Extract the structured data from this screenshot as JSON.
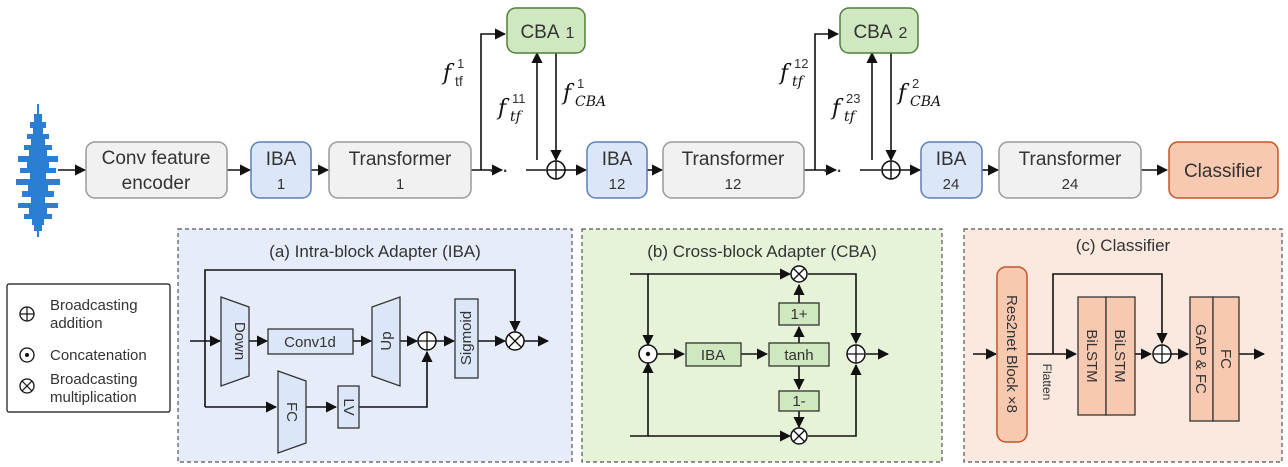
{
  "colors": {
    "iba_fill": "#dbe7f8",
    "iba_stroke": "#5b7fb8",
    "cba_fill": "#cfe8c0",
    "cba_stroke": "#4f7f3c",
    "classifier_fill": "#f7c9b1",
    "classifier_stroke": "#c0562b",
    "gray_fill": "#f1f1f1",
    "gray_stroke": "#999999",
    "panel_a_bg": "#e6ecfa",
    "panel_b_bg": "#e6f3d9",
    "panel_c_bg": "#fbe8de",
    "waveform": "#2a7fd4"
  },
  "icons": {
    "waveform": "audio-waveform-icon",
    "add": "circle-plus-icon",
    "concat": "circle-dot-icon",
    "mult": "circle-times-icon"
  },
  "main": {
    "conv_line1": "Conv feature",
    "conv_line2": "encoder",
    "iba1_label": "IBA",
    "iba1_num": "1",
    "tf1_label": "Transformer",
    "tf1_num": "1",
    "iba12_label": "IBA",
    "iba12_num": "12",
    "tf12_label": "Transformer",
    "tf12_num": "12",
    "iba24_label": "IBA",
    "iba24_num": "24",
    "tf24_label": "Transformer",
    "tf24_num": "24",
    "classifier_label": "Classifier",
    "cba1_label": "CBA",
    "cba1_num": "1",
    "cba2_label": "CBA",
    "cba2_num": "2",
    "dots": "· ·",
    "f1_base": "f",
    "f1_sub": "tf",
    "f1_sup": "1",
    "f11_base": "f",
    "f11_sub": "tf",
    "f11_sup": "11",
    "fcba1_base": "f",
    "fcba1_sub": "CBA",
    "fcba1_sup": "1",
    "f12_base": "f",
    "f12_sub": "tf",
    "f12_sup": "12",
    "f23_base": "f",
    "f23_sub": "tf",
    "f23_sup": "23",
    "fcba2_base": "f",
    "fcba2_sub": "CBA",
    "fcba2_sup": "2"
  },
  "legend": {
    "addition_line1": "Broadcasting",
    "addition_line2": "addition",
    "concat": "Concatenation",
    "mult_line1": "Broadcasting",
    "mult_line2": "multiplication"
  },
  "panel_a": {
    "title": "(a) Intra-block Adapter (IBA)",
    "down": "Down",
    "conv1d": "Conv1d",
    "up": "Up",
    "sigmoid": "Sigmoid",
    "fc": "FC",
    "lv": "LV"
  },
  "panel_b": {
    "title": "(b) Cross-block Adapter (CBA)",
    "iba": "IBA",
    "tanh": "tanh",
    "one_plus": "1+",
    "one_minus": "1-"
  },
  "panel_c": {
    "title": "(c) Classifier",
    "res2net": "Res2net Block ×8",
    "flatten": "Flatten",
    "bilstm1": "BiLSTM",
    "bilstm2": "BiLSTM",
    "gap_fc": "GAP & FC",
    "fc": "FC"
  }
}
